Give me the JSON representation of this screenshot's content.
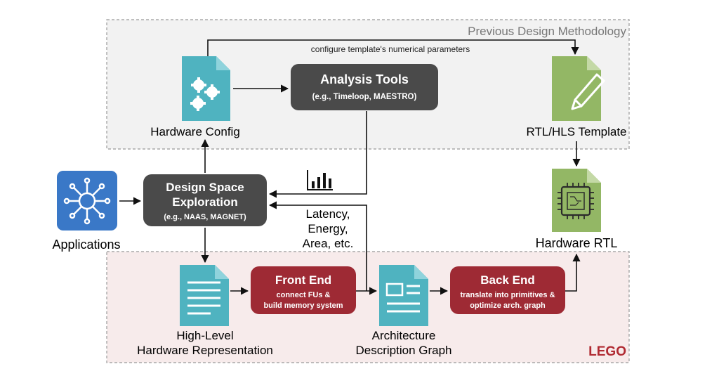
{
  "previous_region": {
    "label": "Previous Design Methodology",
    "arrow_label": "configure template's numerical parameters"
  },
  "lego_region": {
    "label": "LEGO"
  },
  "nodes": {
    "hardware_config": {
      "label": "Hardware Config"
    },
    "analysis_tools": {
      "title": "Analysis Tools",
      "subtitle": "(e.g., Timeloop, MAESTRO)"
    },
    "rtl_hls_template": {
      "label": "RTL/HLS Template"
    },
    "applications": {
      "label": "Applications"
    },
    "dse": {
      "title_line1": "Design Space",
      "title_line2": "Exploration",
      "subtitle": "(e.g., NAAS, MAGNET)"
    },
    "hardware_rtl": {
      "label": "Hardware RTL"
    },
    "metrics": {
      "line1": "Latency,",
      "line2": "Energy,",
      "line3": "Area, etc."
    },
    "high_level_rep": {
      "label_line1": "High-Level",
      "label_line2": "Hardware Representation"
    },
    "front_end": {
      "title": "Front End",
      "sub_line1": "connect FUs &",
      "sub_line2": "build memory system"
    },
    "adg": {
      "label_line1": "Architecture",
      "label_line2": "Description Graph"
    },
    "back_end": {
      "title": "Back End",
      "sub_line1": "translate into primitives &",
      "sub_line2": "optimize arch. graph"
    }
  },
  "icons": {
    "hardware_config": "gears-document-icon",
    "rtl_template": "pencil-document-icon",
    "applications": "network-hub-icon",
    "hardware_rtl": "chip-document-icon",
    "metrics": "bar-chart-icon",
    "high_level_rep": "text-document-icon",
    "adg": "layout-document-icon"
  },
  "colors": {
    "teal": "#4fb3c0",
    "green": "#93b765",
    "blue": "#3a78c7",
    "dark_box": "#4a4a4a",
    "red_box": "#9e2a34",
    "lego_bg": "#f7ebeb",
    "prev_bg": "#f2f2f2",
    "lego_label": "#b02a32",
    "prev_label": "#777777"
  }
}
